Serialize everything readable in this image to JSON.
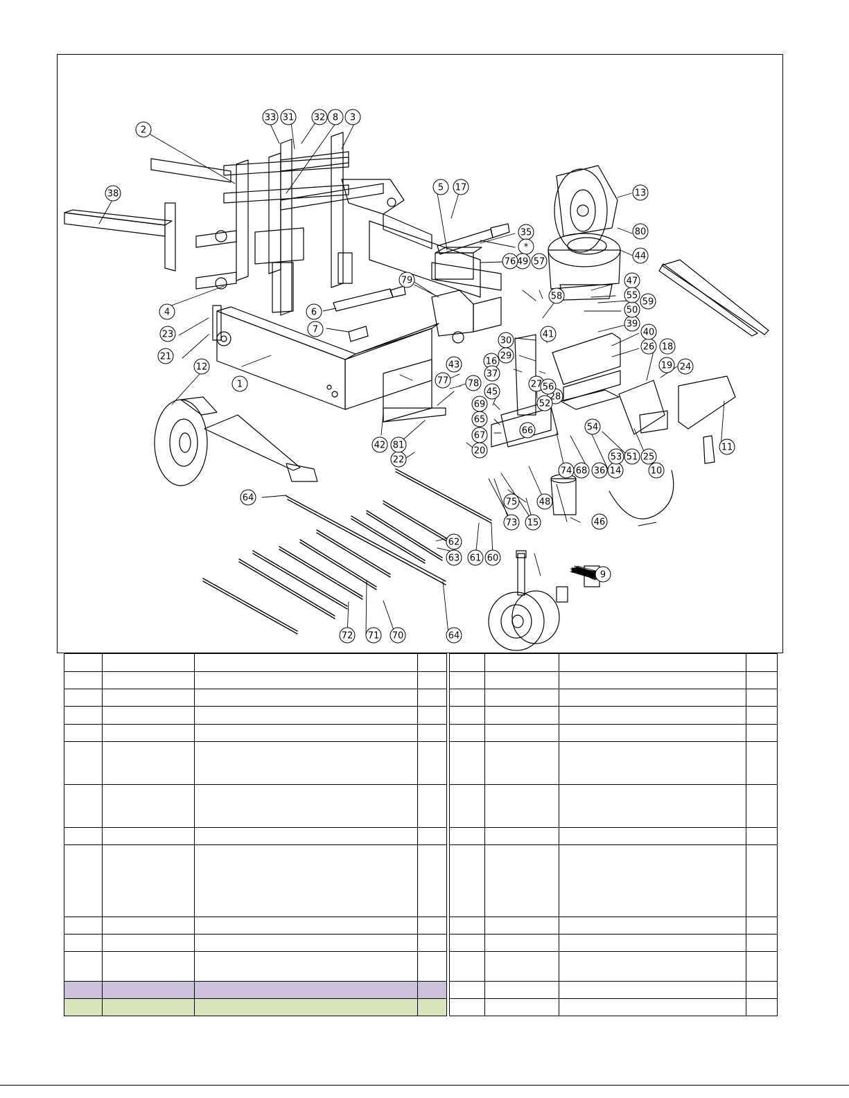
{
  "drawing": {
    "callouts": [
      {
        "id": "callout-1",
        "label": "1"
      },
      {
        "id": "callout-2",
        "label": "2"
      },
      {
        "id": "callout-3",
        "label": "3"
      },
      {
        "id": "callout-4",
        "label": "4"
      },
      {
        "id": "callout-5",
        "label": "5"
      },
      {
        "id": "callout-6",
        "label": "6"
      },
      {
        "id": "callout-7",
        "label": "7"
      },
      {
        "id": "callout-8",
        "label": "8"
      },
      {
        "id": "callout-9",
        "label": "9"
      },
      {
        "id": "callout-10",
        "label": "10"
      },
      {
        "id": "callout-11",
        "label": "11"
      },
      {
        "id": "callout-12",
        "label": "12"
      },
      {
        "id": "callout-13",
        "label": "13"
      },
      {
        "id": "callout-14",
        "label": "14"
      },
      {
        "id": "callout-15",
        "label": "15"
      },
      {
        "id": "callout-16",
        "label": "16"
      },
      {
        "id": "callout-17",
        "label": "17"
      },
      {
        "id": "callout-18",
        "label": "18"
      },
      {
        "id": "callout-19",
        "label": "19"
      },
      {
        "id": "callout-20",
        "label": "20"
      },
      {
        "id": "callout-21",
        "label": "21"
      },
      {
        "id": "callout-22",
        "label": "22"
      },
      {
        "id": "callout-23",
        "label": "23"
      },
      {
        "id": "callout-24",
        "label": "24"
      },
      {
        "id": "callout-25",
        "label": "25"
      },
      {
        "id": "callout-26",
        "label": "26"
      },
      {
        "id": "callout-27",
        "label": "27"
      },
      {
        "id": "callout-28",
        "label": "28"
      },
      {
        "id": "callout-29",
        "label": "29"
      },
      {
        "id": "callout-30",
        "label": "30"
      },
      {
        "id": "callout-31",
        "label": "31"
      },
      {
        "id": "callout-32",
        "label": "32"
      },
      {
        "id": "callout-33",
        "label": "33"
      },
      {
        "id": "callout-35",
        "label": "35"
      },
      {
        "id": "callout-star",
        "label": "*"
      },
      {
        "id": "callout-36",
        "label": "36"
      },
      {
        "id": "callout-37",
        "label": "37"
      },
      {
        "id": "callout-38",
        "label": "38"
      },
      {
        "id": "callout-39",
        "label": "39"
      },
      {
        "id": "callout-40",
        "label": "40"
      },
      {
        "id": "callout-41",
        "label": "41"
      },
      {
        "id": "callout-42",
        "label": "42"
      },
      {
        "id": "callout-43",
        "label": "43"
      },
      {
        "id": "callout-44",
        "label": "44"
      },
      {
        "id": "callout-45",
        "label": "45"
      },
      {
        "id": "callout-46",
        "label": "46"
      },
      {
        "id": "callout-47",
        "label": "47"
      },
      {
        "id": "callout-48",
        "label": "48"
      },
      {
        "id": "callout-49",
        "label": "49"
      },
      {
        "id": "callout-50",
        "label": "50"
      },
      {
        "id": "callout-51",
        "label": "51"
      },
      {
        "id": "callout-52",
        "label": "52"
      },
      {
        "id": "callout-53",
        "label": "53"
      },
      {
        "id": "callout-54",
        "label": "54"
      },
      {
        "id": "callout-55",
        "label": "55"
      },
      {
        "id": "callout-56",
        "label": "56"
      },
      {
        "id": "callout-57",
        "label": "57"
      },
      {
        "id": "callout-58",
        "label": "58"
      },
      {
        "id": "callout-59",
        "label": "59"
      },
      {
        "id": "callout-60",
        "label": "60"
      },
      {
        "id": "callout-61",
        "label": "61"
      },
      {
        "id": "callout-62",
        "label": "62"
      },
      {
        "id": "callout-63",
        "label": "63"
      },
      {
        "id": "callout-64a",
        "label": "64"
      },
      {
        "id": "callout-64b",
        "label": "64"
      },
      {
        "id": "callout-65",
        "label": "65"
      },
      {
        "id": "callout-66",
        "label": "66"
      },
      {
        "id": "callout-67",
        "label": "67"
      },
      {
        "id": "callout-68",
        "label": "68"
      },
      {
        "id": "callout-69",
        "label": "69"
      },
      {
        "id": "callout-70",
        "label": "70"
      },
      {
        "id": "callout-71",
        "label": "71"
      },
      {
        "id": "callout-72",
        "label": "72"
      },
      {
        "id": "callout-73",
        "label": "73"
      },
      {
        "id": "callout-74",
        "label": "74"
      },
      {
        "id": "callout-75",
        "label": "75"
      },
      {
        "id": "callout-76",
        "label": "76"
      },
      {
        "id": "callout-77",
        "label": "77"
      },
      {
        "id": "callout-78",
        "label": "78"
      },
      {
        "id": "callout-79",
        "label": "79"
      },
      {
        "id": "callout-80",
        "label": "80"
      },
      {
        "id": "callout-81",
        "label": "81"
      }
    ]
  },
  "table": {
    "row_count": 14,
    "highlight_colors": {
      "purple": "#ccc0da",
      "green": "#d8e4bc"
    }
  }
}
